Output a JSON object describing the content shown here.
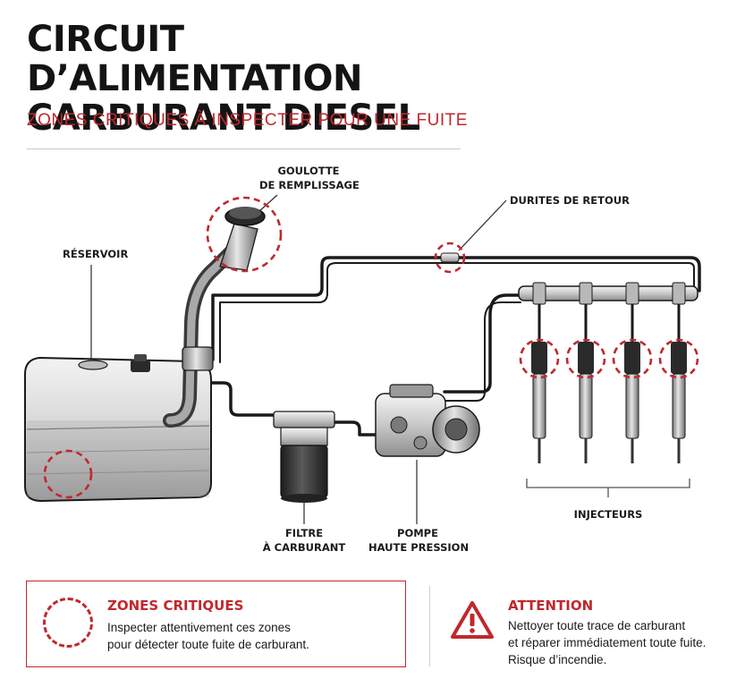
{
  "header": {
    "title_line1": "CIRCUIT D’ALIMENTATION",
    "title_line2": "CARBURANT DIESEL",
    "subtitle": "ZONES CRITIQUES À INSPECTER POUR UNE FUITE"
  },
  "labels": {
    "filler_l1": "GOULOTTE",
    "filler_l2": "DE REMPLISSAGE",
    "return_lines": "DURITES DE RETOUR",
    "tank": "RÉSERVOIR",
    "filter_l1": "FILTRE",
    "filter_l2": "À CARBURANT",
    "pump_l1": "POMPE",
    "pump_l2": "HAUTE PRESSION",
    "injectors": "INJECTEURS"
  },
  "legend": {
    "critical_title": "ZONES CRITIQUES",
    "critical_l1": "Inspecter attentivement ces zones",
    "critical_l2": "pour détecter toute fuite de carburant.",
    "warning_title": "ATTENTION",
    "warning_l1": "Nettoyer toute trace de carburant",
    "warning_l2": "et réparer immédiatement toute fuite.",
    "warning_l3": "Risque d’incendie."
  },
  "colors": {
    "accent": "#c0282d",
    "ink": "#1a1a1a"
  },
  "icons": {
    "critical_zone": "dashed-circle-icon",
    "warning": "warning-triangle-icon"
  }
}
